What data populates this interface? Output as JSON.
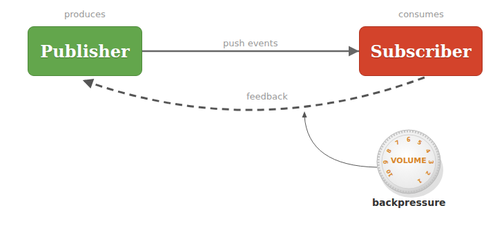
{
  "diagram": {
    "nodes": [
      {
        "text": [
          "produces",
          "Publisher"
        ]
      },
      {
        "text": [
          "consumes",
          "Subscriber"
        ]
      }
    ],
    "edges": [
      {
        "from": 0,
        "to": 1,
        "arrow": "to",
        "label": "push events"
      },
      {
        "from": 1,
        "to": 0,
        "arrow": "to",
        "label": "feedback"
      }
    ],
    "labels": [
      "VOLUME",
      "1",
      "2",
      "3",
      "4",
      "5",
      "6",
      "7",
      "8",
      "9",
      "10",
      "backpressure"
    ]
  }
}
